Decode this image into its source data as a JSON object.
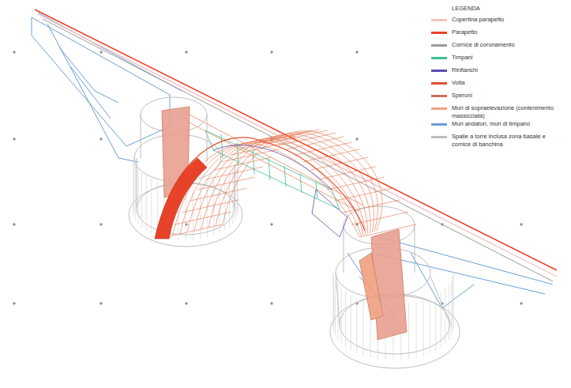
{
  "diagram": {
    "labels": [
      "LEGENDA"
    ],
    "legend": [
      {
        "text": "Copertina parapetto",
        "color": "#f4c2bb"
      },
      {
        "text": "Parapetto",
        "color": "#e8432a"
      },
      {
        "text": "Cornice di coronamento",
        "color": "#9a9a9a"
      },
      {
        "text": "Timpani",
        "color": "#3cbf8f"
      },
      {
        "text": "Rinfianchi",
        "color": "#5b4bb0"
      },
      {
        "text": "Volta",
        "color": "#e0502e"
      },
      {
        "text": "Speroni",
        "color": "#c9705a"
      },
      {
        "text": "Muri di sopraelevazione (contenimento massicciata)",
        "color": "#f0a080"
      },
      {
        "text": "Muri andatori, muri di timpano",
        "color": "#6a9fd8"
      },
      {
        "text": "Spalle a torre inclusa zona basale e cornice di banchina",
        "color": "#bdbdbd"
      }
    ]
  }
}
